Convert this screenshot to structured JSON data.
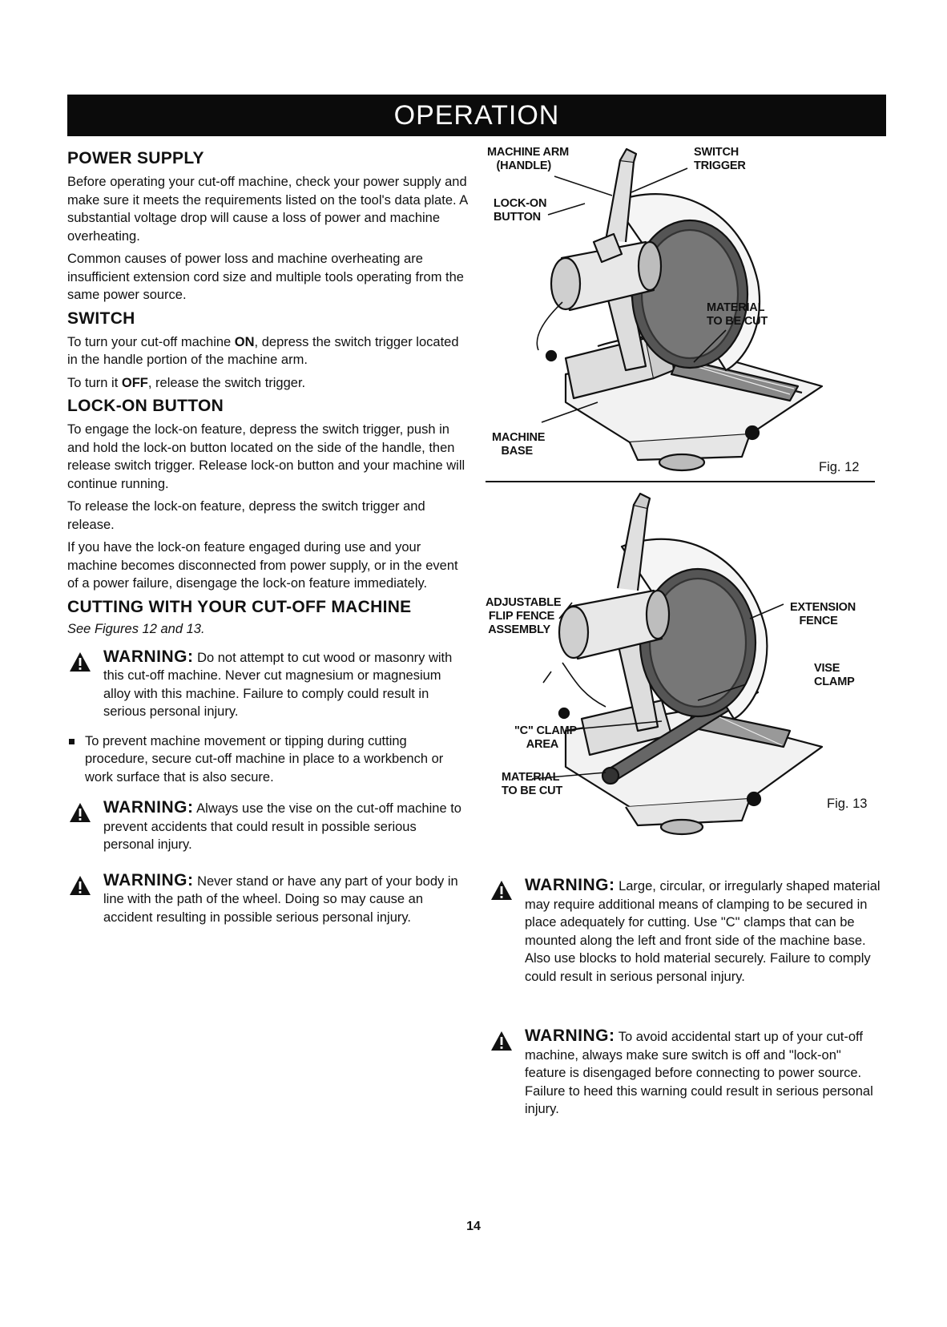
{
  "header": {
    "title": "OPERATION"
  },
  "power_supply": {
    "heading": "POWER SUPPLY",
    "p1": "Before operating your cut-off machine, check your power supply and make sure it meets the requirements listed on the tool's data plate. A substantial voltage drop will cause a loss of power and machine overheating.",
    "p2": "Common causes of power loss and machine overheating are insufficient extension cord size and multiple tools operating from the same power source."
  },
  "switch": {
    "heading": "SWITCH",
    "p1_a": "To turn your cut-off machine ",
    "p1_b": "ON",
    "p1_c": ", depress the switch trigger located in the handle portion of the machine arm.",
    "p2_a": "To turn it ",
    "p2_b": "OFF",
    "p2_c": ", release the switch trigger."
  },
  "lock_on": {
    "heading": "LOCK-ON BUTTON",
    "p1": "To engage the lock-on feature, depress the switch trigger, push in and hold the lock-on button located on the side of the handle, then release switch trigger. Release lock-on button and your machine will continue running.",
    "p2": "To release the lock-on feature, depress the switch trigger and release.",
    "p3": "If you have the lock-on feature engaged during use and your machine becomes disconnected from power supply, or in the event of a power failure, disengage the lock-on feature immediately."
  },
  "cutting": {
    "heading": "CUTTING WITH YOUR CUT-OFF MACHINE",
    "see": "See Figures 12 and 13.",
    "warn1_label": "WARNING:",
    "warn1_text": " Do not attempt to cut wood or masonry with this cut-off machine. Never cut magnesium or magnesium alloy with this machine. Failure to comply could result in serious personal injury.",
    "bullet1": "To prevent machine movement or tipping during cutting procedure, secure cut-off machine in place to a workbench or work surface that is also secure.",
    "warn2_label": "WARNING:",
    "warn2_text": " Always use the vise on the cut-off machine to prevent accidents that could result in possible serious personal injury.",
    "warn3_label": "WARNING:",
    "warn3_text": " Never stand or have any part of your body in line with the path of the wheel. Doing so may cause an accident resulting in possible serious personal injury."
  },
  "fig12": {
    "caption": "Fig. 12",
    "labels": {
      "machine_arm": "MACHINE ARM\n   (HANDLE)",
      "switch_trigger": "SWITCH\nTRIGGER",
      "lock_on_button": "LOCK-ON\nBUTTON",
      "material": "MATERIAL\nTO BE CUT",
      "machine_base": "MACHINE\n   BASE"
    }
  },
  "fig13": {
    "caption": "Fig. 13",
    "labels": {
      "adjustable": "ADJUSTABLE\n FLIP FENCE\n ASSEMBLY",
      "extension": "EXTENSION\n   FENCE",
      "vise": "VISE\nCLAMP",
      "c_clamp": "\"C\" CLAMP\n    AREA",
      "material": "MATERIAL\nTO BE CUT"
    }
  },
  "right_warnings": {
    "warn4_label": "WARNING:",
    "warn4_text": " Large, circular, or irregularly shaped material may require additional means of clamping to be secured in place adequately for cutting. Use \"C\" clamps that can be mounted along the left and front side of the machine base. Also use blocks to hold material securely. Failure to comply could result in serious personal injury.",
    "warn5_label": "WARNING:",
    "warn5_text": " To avoid accidental start up of your cut-off machine, always make sure switch is off and \"lock-on\" feature is disengaged before connecting to power source. Failure to heed this warning could result in serious personal injury."
  },
  "footer": {
    "page_number": "14"
  }
}
